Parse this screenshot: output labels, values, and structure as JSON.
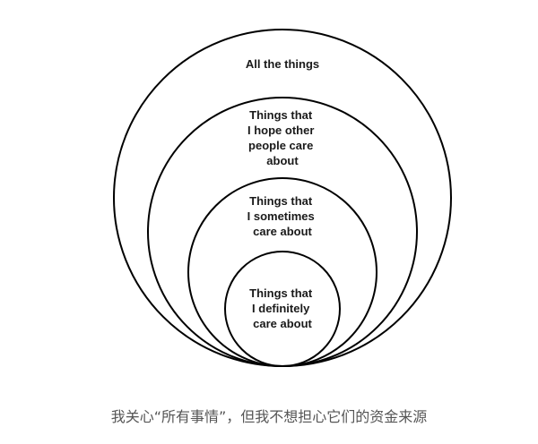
{
  "diagram": {
    "circles": [
      {
        "id": "all",
        "label_lines": [
          "All the things"
        ]
      },
      {
        "id": "hope",
        "label_lines": [
          "Things that",
          "I hope other",
          "people care",
          "about"
        ]
      },
      {
        "id": "sometimes",
        "label_lines": [
          "Things that",
          "I sometimes",
          "care about"
        ]
      },
      {
        "id": "definitely",
        "label_lines": [
          "Things that",
          "I definitely",
          "care about"
        ]
      }
    ]
  },
  "caption": "我关心“所有事情”，但我不想担心它们的资金来源"
}
